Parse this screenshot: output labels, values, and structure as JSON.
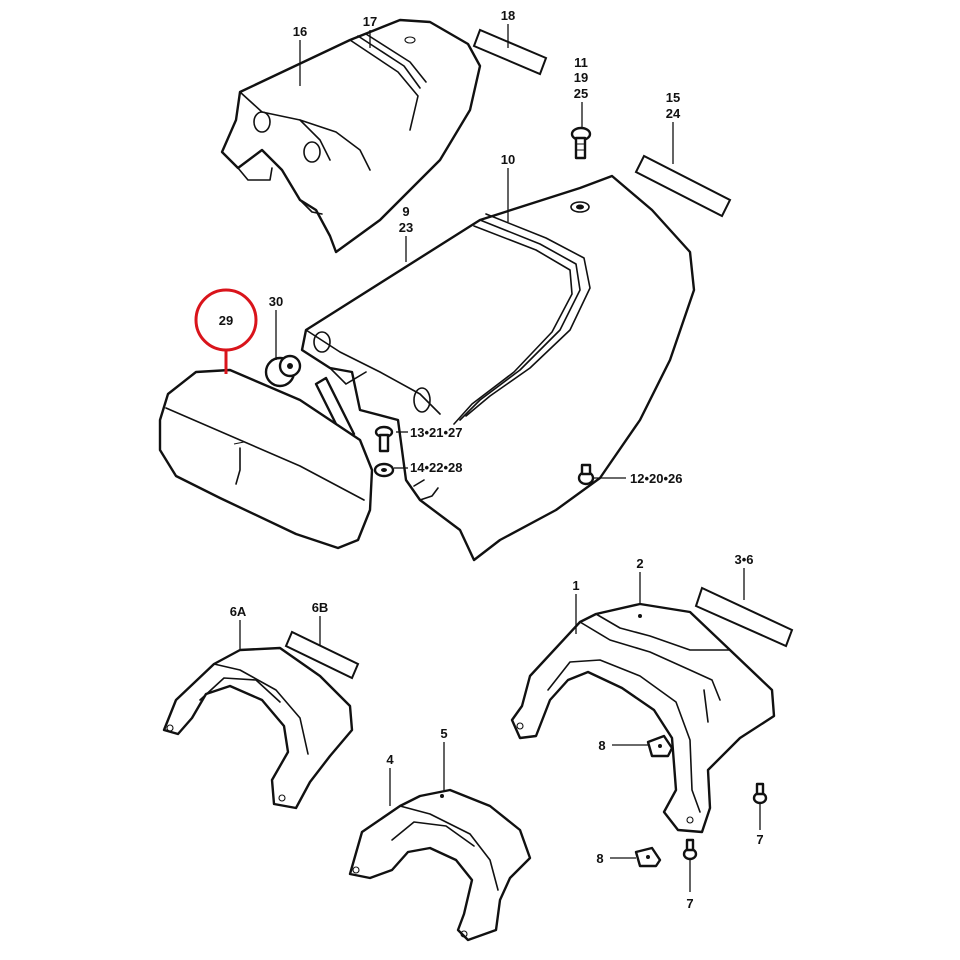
{
  "callouts": {
    "c16": "16",
    "c17": "17",
    "c18": "18",
    "c11_19_25": [
      "11",
      "19",
      "25"
    ],
    "c15_24": [
      "15",
      "24"
    ],
    "c10": "10",
    "c9_23": [
      "9",
      "23"
    ],
    "c30": "30",
    "c29": "29",
    "c13_21_27": "13•21•27",
    "c14_22_28": "14•22•28",
    "c12_20_26": "12•20•26",
    "c1": "1",
    "c2": "2",
    "c3_6": "3•6",
    "c6A": "6A",
    "c6B": "6B",
    "c8a": "8",
    "c8b": "8",
    "c7a": "7",
    "c7b": "7",
    "c4": "4",
    "c5": "5"
  },
  "highlight": {
    "part": "29",
    "color": "#d9141b"
  }
}
